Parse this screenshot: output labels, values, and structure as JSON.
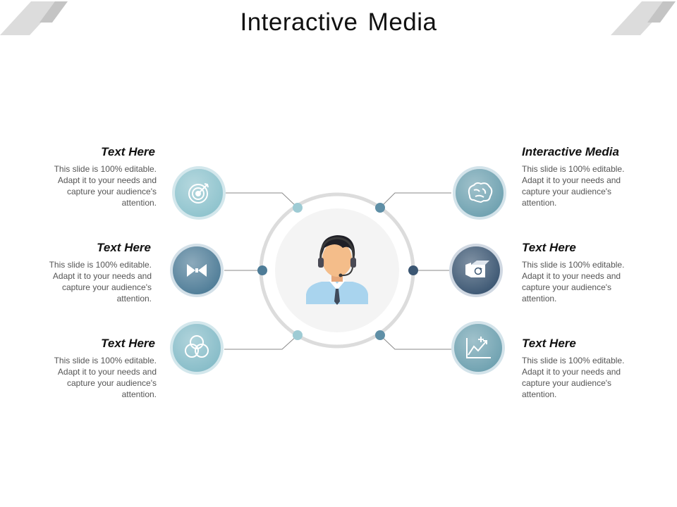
{
  "title": "Interactive Media",
  "colors": {
    "light_teal": "#8ec3cd",
    "mid_teal": "#6ea1b0",
    "steel_blue": "#4e7c97",
    "navy": "#3b5672",
    "ring_gray": "#dcdcdc",
    "connector_gray": "#7a7a7a",
    "corner_gray": "#d2d2d2"
  },
  "center": {
    "icon": "customer-support-agent-icon"
  },
  "items": [
    {
      "heading": "Text Here",
      "text": "This slide is 100% editable. Adapt it to your needs and capture your audience's attention.",
      "icon": "target-icon",
      "side": "left"
    },
    {
      "heading": "Text Here",
      "text": "This slide is 100% editable. Adapt it to your needs and capture your audience's attention.",
      "icon": "bowtie-icon",
      "side": "left"
    },
    {
      "heading": "Text Here",
      "text": "This slide is 100% editable. Adapt it to your needs and capture your audience's attention.",
      "icon": "venn-circles-icon",
      "side": "left"
    },
    {
      "heading": "Interactive Media",
      "text": "This slide is 100% editable. Adapt it to your needs and capture your audience's attention.",
      "icon": "brain-icon",
      "side": "right"
    },
    {
      "heading": "Text Here",
      "text": "This slide is 100% editable. Adapt it to your needs and capture your audience's attention.",
      "icon": "recycle-box-icon",
      "side": "right"
    },
    {
      "heading": "Text Here",
      "text": "This slide is 100% editable. Adapt it to your needs and capture your audience's attention.",
      "icon": "growth-chart-icon",
      "side": "right"
    }
  ]
}
